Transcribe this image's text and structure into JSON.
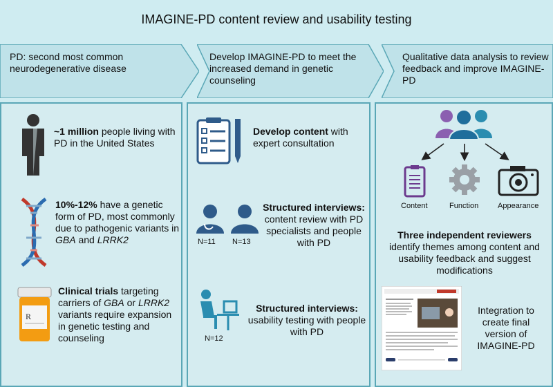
{
  "title": "IMAGINE-PD content review and usability testing",
  "columns": [
    {
      "header": "PD: second most common neurodegenerative disease",
      "items": [
        {
          "bold": "~1 million",
          "rest": " people living with PD in the United States"
        },
        {
          "bold": "10%-12%",
          "rest_a": " have a genetic form of PD, most commonly due to pathogenic variants in ",
          "gene1": "GBA",
          "and": " and ",
          "gene2": "LRRK2"
        },
        {
          "bold": "Clinical trials",
          "rest_a": " targeting carriers of ",
          "gene1": "GBA",
          "or": " or ",
          "gene2": "LRRK2",
          "rest_b": " variants require expansion in genetic testing and counseling"
        }
      ]
    },
    {
      "header": "Develop IMAGINE-PD to meet the increased demand in genetic counseling",
      "items": [
        {
          "bold": "Develop content",
          "rest": " with expert consultation"
        },
        {
          "bold": "Structured interviews:",
          "rest": " content review with PD specialists and people with PD",
          "n1": "N=11",
          "n2": "N=13"
        },
        {
          "bold": "Structured interviews:",
          "rest": " usability testing with people with PD",
          "n1": "N=12"
        }
      ]
    },
    {
      "header": "Qualitative data analysis to review feedback and improve IMAGINE-PD",
      "labels": [
        "Content",
        "Function",
        "Appearance"
      ],
      "reviewers_bold": "Three independent reviewers",
      "reviewers_rest": " identify themes among content and usability feedback and suggest modifications",
      "integration": "Integration to create final version of IMAGINE-PD"
    }
  ],
  "colors": {
    "people_purple": "#8b5fb0",
    "people_teal": "#2a8db0",
    "people_blue": "#1f6e9c",
    "dna_red": "#c0392b",
    "dna_blue": "#2b6cb0"
  }
}
